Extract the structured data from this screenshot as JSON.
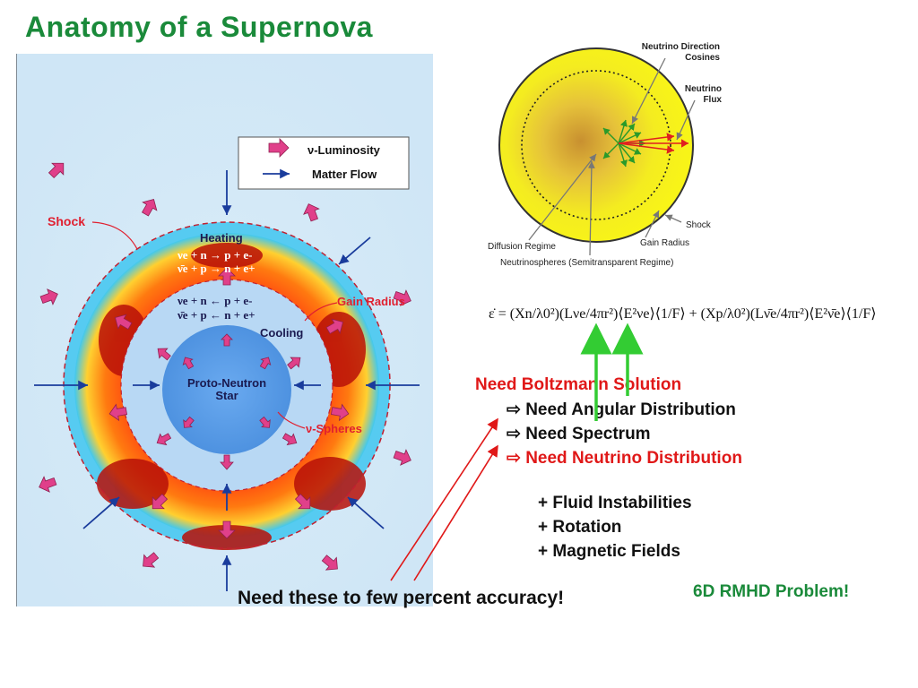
{
  "title": "Anatomy of a Supernova",
  "left_diagram": {
    "legend": {
      "luminosity": "ν-Luminosity",
      "matter_flow": "Matter Flow"
    },
    "shock": "Shock",
    "heating": "Heating",
    "heating_eq1": "νe + n → p + e-",
    "heating_eq2": "ν̄e + p → n + e+",
    "gain_radius": "Gain Radius",
    "cooling_eq1": "νe + n ← p + e-",
    "cooling_eq2": "ν̄e + p ← n + e+",
    "cooling": "Cooling",
    "pns_line1": "Proto-Neutron",
    "pns_line2": "Star",
    "spheres": "ν-Spheres"
  },
  "right_diagram": {
    "direction_cosines_1": "Neutrino Direction",
    "direction_cosines_2": "Cosines",
    "flux_1": "Neutrino",
    "flux_2": "Flux",
    "shock": "Shock",
    "gain_radius": "Gain Radius",
    "diffusion": "Diffusion Regime",
    "neutrinospheres": "Neutrinospheres (Semitransparent Regime)"
  },
  "formula_text": "ε̇ = (Xn/λ0²)(Lνe/4πr²)⟨E²νe⟩⟨1/F⟩ + (Xp/λ0²)(Lν̄e/4πr²)⟨E²ν̄e⟩⟨1/F⟩",
  "text": {
    "need_boltzmann": "Need Boltzmann Solution",
    "angular": "⇨ Need Angular Distribution",
    "spectrum": "⇨ Need Spectrum",
    "neutrino_dist": "⇨ Need Neutrino Distribution",
    "fluid": "+ Fluid Instabilities",
    "rotation": "+ Rotation",
    "magnetic": "+ Magnetic Fields",
    "accuracy": "Need these to few percent accuracy!",
    "rmhd": "6D RMHD Problem!"
  },
  "colors": {
    "title": "#1a8a3a",
    "red_text": "#e01818",
    "green_arrow": "#33cc33",
    "core_blue": "#5aa0e6",
    "hot_red": "#e02010",
    "yellow_disk": "#f5f010"
  }
}
